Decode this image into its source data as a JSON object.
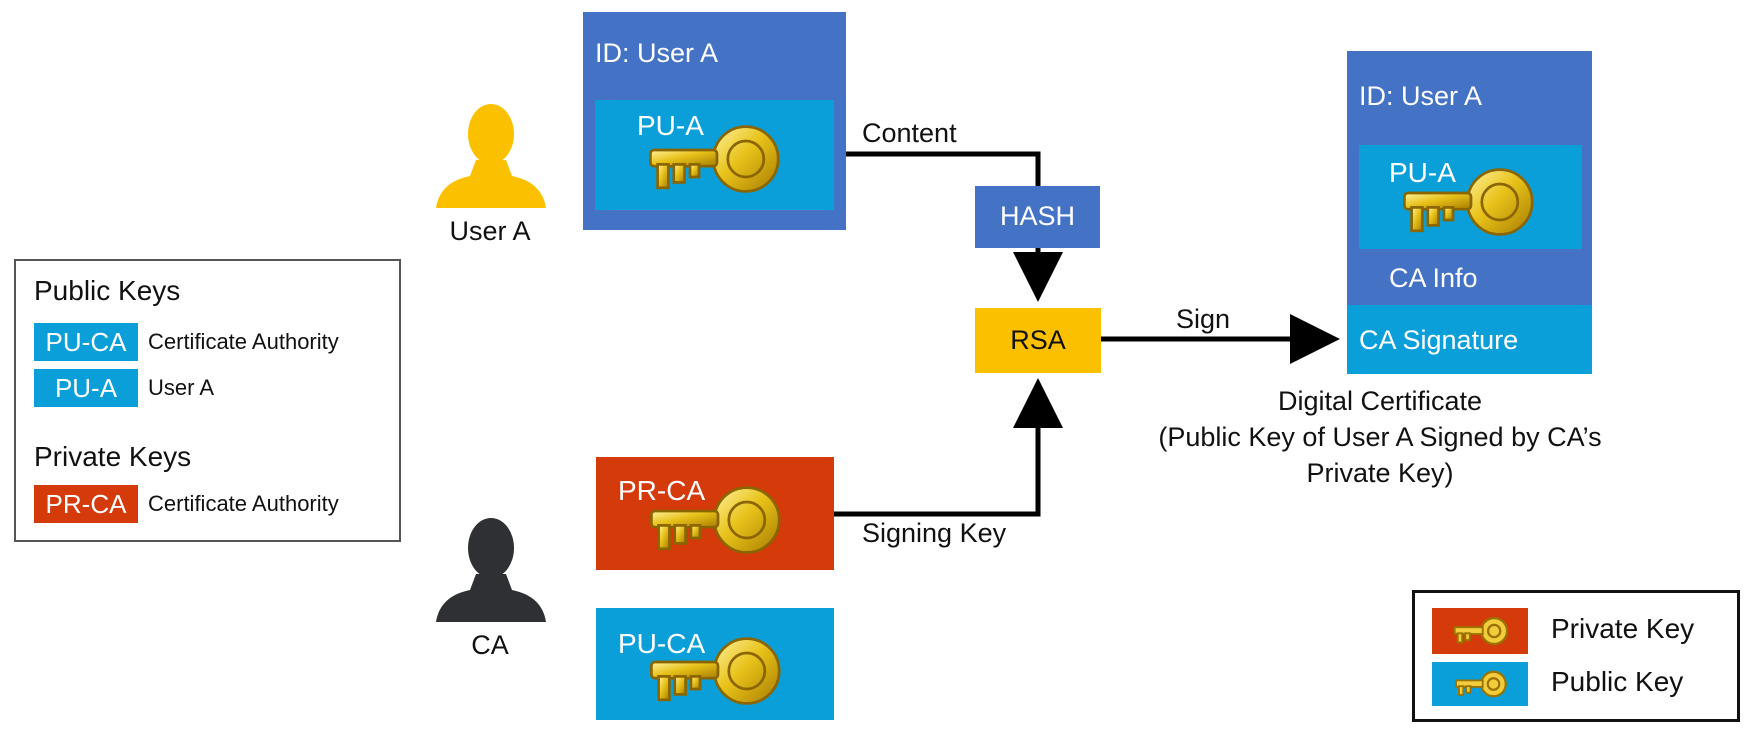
{
  "user_a": {
    "label": "User A",
    "person_color": "#fbc100"
  },
  "ca": {
    "label": "CA",
    "person_color": "#2e3034"
  },
  "user_a_card": {
    "id_label": "ID: User A",
    "key_tag": "PU-A"
  },
  "ca_private_key": {
    "key_tag": "PR-CA"
  },
  "ca_public_key": {
    "key_tag": "PU-CA"
  },
  "flow": {
    "content_label": "Content",
    "hash_label": "HASH",
    "rsa_label": "RSA",
    "sign_label": "Sign",
    "signing_key_label": "Signing Key"
  },
  "certificate": {
    "id_label": "ID: User A",
    "key_tag": "PU-A",
    "ca_info_label": "CA Info",
    "ca_signature_label": "CA Signature",
    "caption_line1": "Digital Certificate",
    "caption_line2": "(Public Key of User A Signed by CA’s",
    "caption_line3": "Private Key)"
  },
  "key_legend": {
    "public_heading": "Public Keys",
    "private_heading": "Private Keys",
    "items": [
      {
        "tag": "PU-CA",
        "desc": "Certificate Authority",
        "color": "#0a9fd8"
      },
      {
        "tag": "PU-A",
        "desc": "User A",
        "color": "#0a9fd8"
      },
      {
        "tag": "PR-CA",
        "desc": "Certificate Authority",
        "color": "#d53a0b"
      }
    ]
  },
  "type_legend": {
    "items": [
      {
        "label": "Private Key",
        "color": "#d53a0b"
      },
      {
        "label": "Public Key",
        "color": "#0a9fd8"
      }
    ]
  },
  "colors": {
    "dark_blue": "#4472c4",
    "light_blue": "#0a9fd8",
    "red": "#d53a0b",
    "yellow": "#fbc100",
    "key_gold": "#e8c21a"
  }
}
